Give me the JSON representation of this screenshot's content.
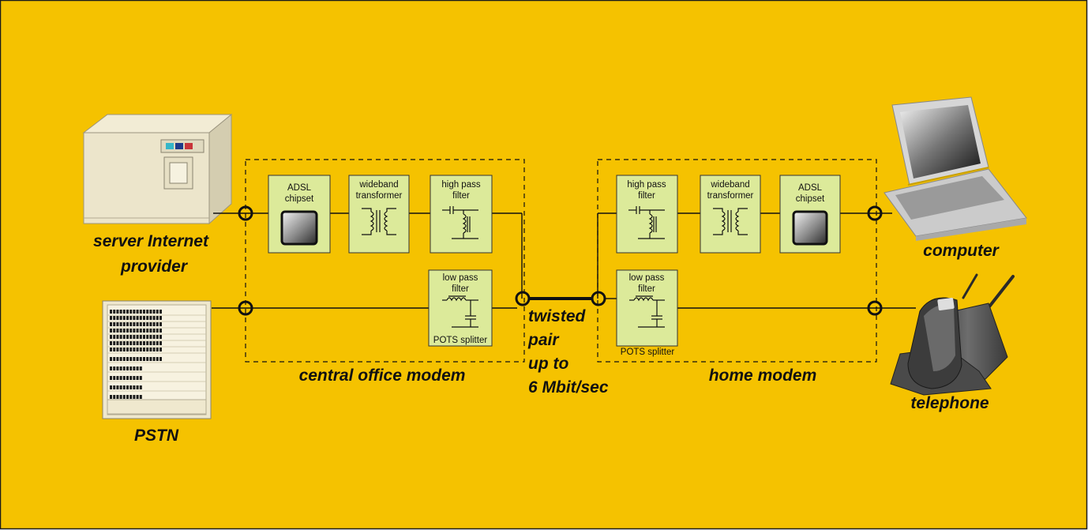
{
  "colors": {
    "background": "#f5c200",
    "block_fill": "#dcea9a",
    "frame": "#1a1a1a"
  },
  "devices": {
    "server_line1": "server Internet",
    "server_line2": "provider",
    "pstn": "PSTN",
    "computer": "computer",
    "telephone": "telephone"
  },
  "central_office": {
    "title": "central office modem",
    "adsl": {
      "line1": "ADSL",
      "line2": "chipset"
    },
    "transformer": {
      "line1": "wideband",
      "line2": "transformer"
    },
    "highpass": {
      "line1": "high pass",
      "line2": "filter"
    },
    "lowpass": {
      "line1": "low pass",
      "line2": "filter"
    },
    "splitter": "POTS splitter"
  },
  "home": {
    "title": "home modem",
    "highpass": {
      "line1": "high pass",
      "line2": "filter"
    },
    "transformer": {
      "line1": "wideband",
      "line2": "transformer"
    },
    "adsl": {
      "line1": "ADSL",
      "line2": "chipset"
    },
    "lowpass": {
      "line1": "low pass",
      "line2": "filter"
    },
    "splitter": "POTS splitter"
  },
  "twisted_pair": {
    "line1": "twisted",
    "line2": "pair",
    "line3": "up to",
    "line4": "6 Mbit/sec"
  }
}
